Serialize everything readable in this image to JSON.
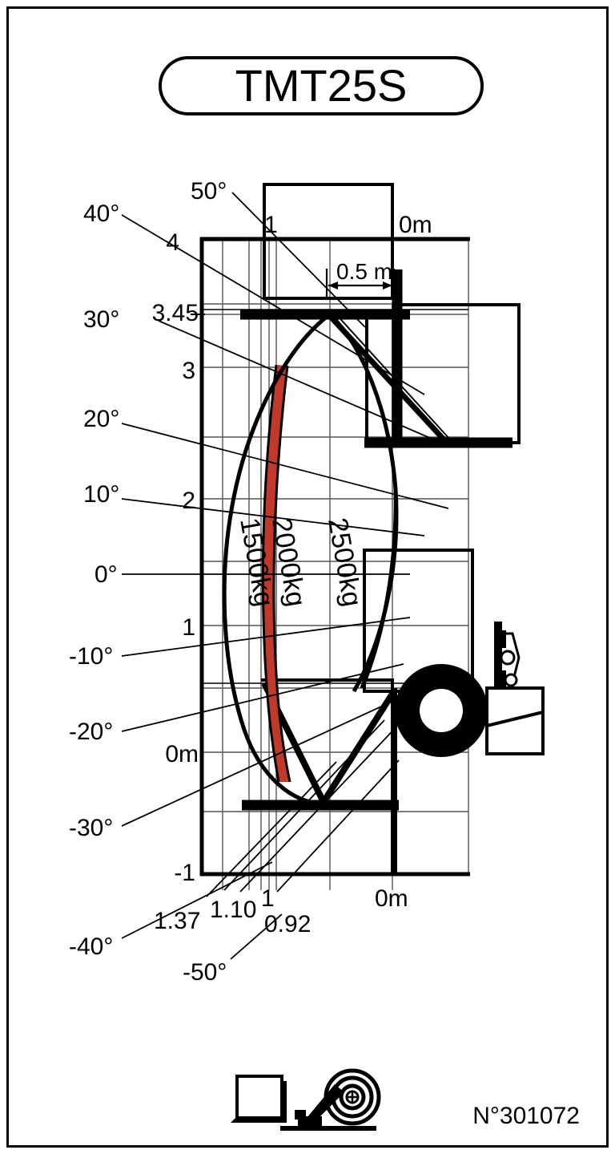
{
  "title": "TMT25S",
  "reference": "N°301072",
  "icons": {
    "pallet": "pallet-icon",
    "wheel": "wheel-stabilizer-icon"
  },
  "chart_data": {
    "type": "line",
    "title": "TMT25S",
    "xlabel": "m",
    "ylabel": "m",
    "grid": true,
    "legend_position": "inline-on-curves",
    "series": [
      {
        "name": "1500kg",
        "label": "1500kg"
      },
      {
        "name": "2000kg",
        "label": "2000kg",
        "highlight": true,
        "color": "#C0392B"
      },
      {
        "name": "2500kg",
        "label": "2500kg"
      }
    ],
    "angle_ticks_left": [
      "40°",
      "30°",
      "20°",
      "10°",
      "0°",
      "-10°",
      "-20°",
      "-30°",
      "-40°"
    ],
    "angle_ticks_other": [
      "50°",
      "-50°"
    ],
    "y_ticks": [
      "4",
      "3.45",
      "3",
      "2",
      "1",
      "0m",
      "-1"
    ],
    "x_ticks_top": [
      "1",
      "0m"
    ],
    "x_ticks_bottom": [
      "1.37",
      "1.10",
      "1",
      "0.92",
      "0m"
    ],
    "dimension_labels": [
      "0.5 m"
    ],
    "ylim": [
      -1,
      4
    ],
    "xlim_note": "horizontal reach measured leftwards from 0m at truck reference"
  },
  "axis": {
    "y_4": "4",
    "y_345": "3.45",
    "y_3": "3",
    "y_2": "2",
    "y_1": "1",
    "y_0": "0m",
    "y_m1": "-1",
    "x_top_1": "1",
    "x_top_0": "0m",
    "x_b_137": "1.37",
    "x_b_110": "1.10",
    "x_b_1": "1",
    "x_b_092": "0.92",
    "x_b_0": "0m",
    "dim_05": "0.5 m"
  },
  "angles": {
    "a50": "50°",
    "a40": "40°",
    "a30": "30°",
    "a20": "20°",
    "a10": "10°",
    "a0": "0°",
    "am10": "-10°",
    "am20": "-20°",
    "am30": "-30°",
    "am40": "-40°",
    "am50": "-50°"
  },
  "curves": {
    "c1500": "1500kg",
    "c2000": "2000kg",
    "c2500": "2500kg"
  },
  "colors": {
    "highlight": "#C0392B",
    "line": "#000000",
    "grid": "#444444",
    "background": "#FFFFFF"
  }
}
